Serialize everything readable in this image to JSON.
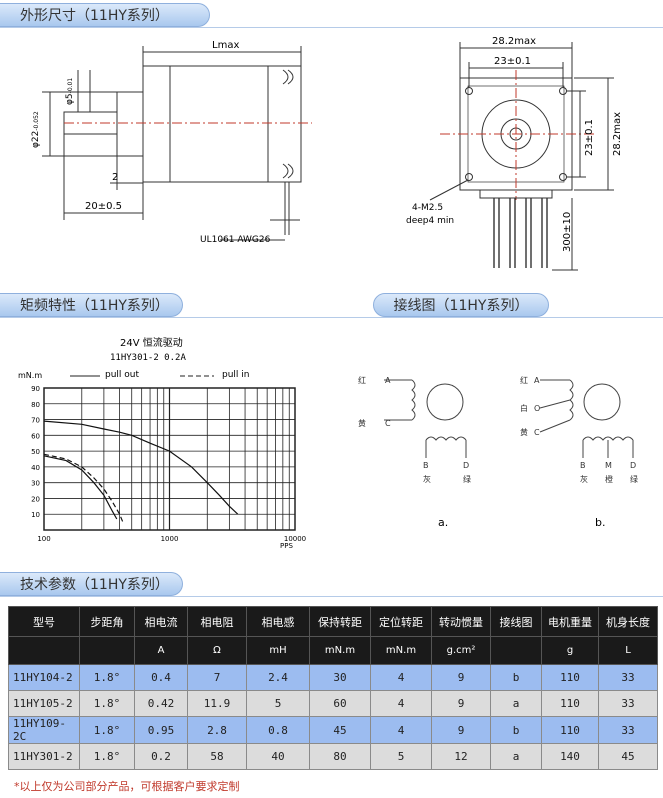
{
  "sections": {
    "outline": "外形尺寸（11HY系列）",
    "torque": "矩频特性（11HY系列）",
    "wiring": "接线图（11HY系列）",
    "specs": "技术参数（11HY系列）"
  },
  "drawing": {
    "lmax": "Lmax",
    "shaft_dia": "φ5",
    "shaft_tol": "-0.01",
    "boss_dia": "φ22",
    "boss_tol": "-0.052",
    "step_len": "2",
    "shaft_len": "20±0.5",
    "cable": "UL1061 AWG26",
    "width_max": "28.2max",
    "hole_span": "23±0.1",
    "hole_span_v": "23±0.1",
    "height_max": "28.2max",
    "screw": "4-M2.5",
    "screw_depth": "deep4 min",
    "lead_len": "300±10"
  },
  "chart_data": {
    "type": "line",
    "title": "24V 恒流驱动",
    "subtitle": "11HY301-2    0.2A",
    "ylabel": "mN.m",
    "xlabel": "PPS",
    "x_scale": "log",
    "xlim": [
      100,
      10000
    ],
    "ylim": [
      0,
      90
    ],
    "x_ticks": [
      "100",
      "1000",
      "10000"
    ],
    "y_ticks": [
      "10",
      "20",
      "30",
      "40",
      "50",
      "60",
      "70",
      "80",
      "90"
    ],
    "grid": true,
    "legend": [
      "pull out",
      "pull in"
    ],
    "series": [
      {
        "name": "pull out",
        "style": "solid",
        "x": [
          100,
          200,
          300,
          400,
          500,
          700,
          1000,
          1500,
          2000,
          2500,
          3000,
          3500
        ],
        "y": [
          69,
          67,
          64,
          62,
          60,
          55,
          50,
          40,
          30,
          22,
          15,
          10
        ]
      },
      {
        "name": "pull out",
        "style": "solid",
        "x": [
          100,
          150,
          200,
          250,
          300,
          350,
          380
        ],
        "y": [
          47,
          44,
          38,
          30,
          22,
          12,
          7
        ]
      },
      {
        "name": "pull in",
        "style": "dashed",
        "x": [
          100,
          150,
          200,
          250,
          300,
          350,
          400,
          430
        ],
        "y": [
          48,
          45,
          40,
          33,
          26,
          18,
          10,
          4
        ]
      }
    ]
  },
  "wiring": {
    "a": {
      "wires": [
        "红",
        "黄"
      ],
      "terms": [
        "A",
        "C"
      ],
      "bottom_terms": [
        "B",
        "D"
      ],
      "bottom_colors": [
        "灰",
        "绿"
      ],
      "label": "a."
    },
    "b": {
      "wires": [
        "红",
        "白",
        "黄"
      ],
      "terms": [
        "A",
        "O",
        "C"
      ],
      "bottom_terms": [
        "B",
        "M",
        "D"
      ],
      "bottom_colors": [
        "灰",
        "橙",
        "绿"
      ],
      "label": "b."
    }
  },
  "table": {
    "headers": [
      "型号",
      "步距角",
      "相电流",
      "相电阻",
      "相电感",
      "保持转距",
      "定位转距",
      "转动惯量",
      "接线图",
      "电机重量",
      "机身长度"
    ],
    "units": [
      "",
      "",
      "A",
      "Ω",
      "mH",
      "mN.m",
      "mN.m",
      "g.cm²",
      "",
      "g",
      "L"
    ],
    "rows": [
      [
        "11HY104-2",
        "1.8°",
        "0.4",
        "7",
        "2.4",
        "30",
        "4",
        "9",
        "b",
        "110",
        "33"
      ],
      [
        "11HY105-2",
        "1.8°",
        "0.42",
        "11.9",
        "5",
        "60",
        "4",
        "9",
        "a",
        "110",
        "33"
      ],
      [
        "11HY109-2C",
        "1.8°",
        "0.95",
        "2.8",
        "0.8",
        "45",
        "4",
        "9",
        "b",
        "110",
        "33"
      ],
      [
        "11HY301-2",
        "1.8°",
        "0.2",
        "58",
        "40",
        "80",
        "5",
        "12",
        "a",
        "140",
        "45"
      ]
    ]
  },
  "footnote": "*以上仅为公司部分产品，可根据客户要求定制"
}
